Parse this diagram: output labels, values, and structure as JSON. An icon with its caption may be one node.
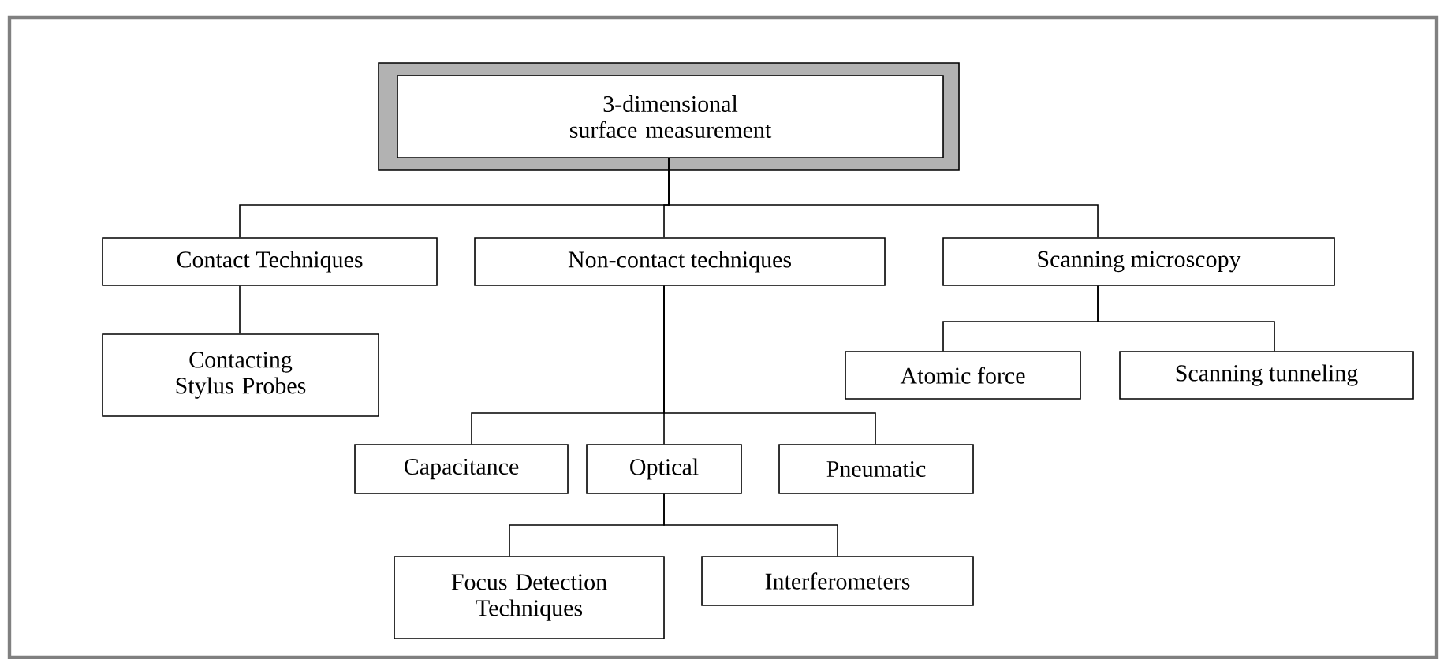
{
  "diagram": {
    "nodes": [
      {
        "text": [
          "3-dimensional surface measurement"
        ]
      },
      {
        "text": [
          "Contact Techniques"
        ]
      },
      {
        "text": [
          "Non-contact techniques"
        ]
      },
      {
        "text": [
          "Scanning microscopy"
        ]
      },
      {
        "text": [
          "Contacting Stylus Probes"
        ]
      },
      {
        "text": [
          "Atomic force"
        ]
      },
      {
        "text": [
          "Scanning tunneling"
        ]
      },
      {
        "text": [
          "Capacitance"
        ]
      },
      {
        "text": [
          "Optical"
        ]
      },
      {
        "text": [
          "Pneumatic"
        ]
      },
      {
        "text": [
          "Focus Detection Techniques"
        ]
      },
      {
        "text": [
          "Interferometers"
        ]
      }
    ],
    "edges": [
      {
        "from": 0,
        "to": 1,
        "arrow": "none"
      },
      {
        "from": 0,
        "to": 2,
        "arrow": "none"
      },
      {
        "from": 0,
        "to": 3,
        "arrow": "none"
      },
      {
        "from": 1,
        "to": 4,
        "arrow": "none"
      },
      {
        "from": 3,
        "to": 5,
        "arrow": "none"
      },
      {
        "from": 3,
        "to": 6,
        "arrow": "none"
      },
      {
        "from": 2,
        "to": 7,
        "arrow": "none"
      },
      {
        "from": 2,
        "to": 8,
        "arrow": "none"
      },
      {
        "from": 2,
        "to": 9,
        "arrow": "none"
      },
      {
        "from": 8,
        "to": 10,
        "arrow": "none"
      },
      {
        "from": 8,
        "to": 11,
        "arrow": "none"
      }
    ]
  }
}
